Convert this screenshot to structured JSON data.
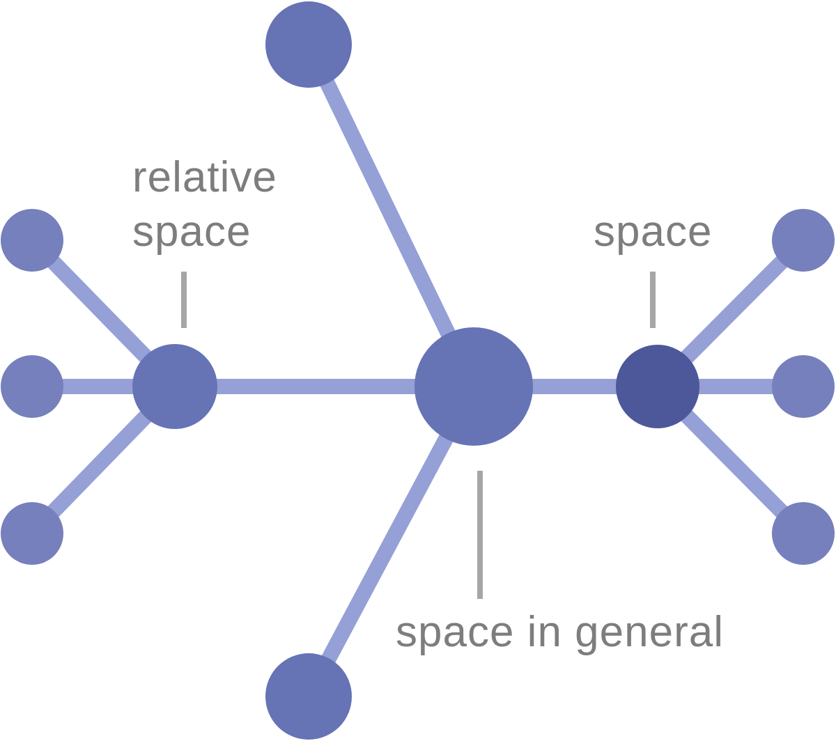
{
  "labels": {
    "relative_line1": "relative",
    "relative_line2": "space",
    "space": "space",
    "space_in_general": "space in general"
  },
  "colors": {
    "edge": "#94a0d6",
    "node": "#6673b5",
    "node_light": "#7580bc",
    "node_dark": "#4c5899",
    "label_text": "#7d7d7d",
    "leader_line": "#a6a6a6"
  }
}
